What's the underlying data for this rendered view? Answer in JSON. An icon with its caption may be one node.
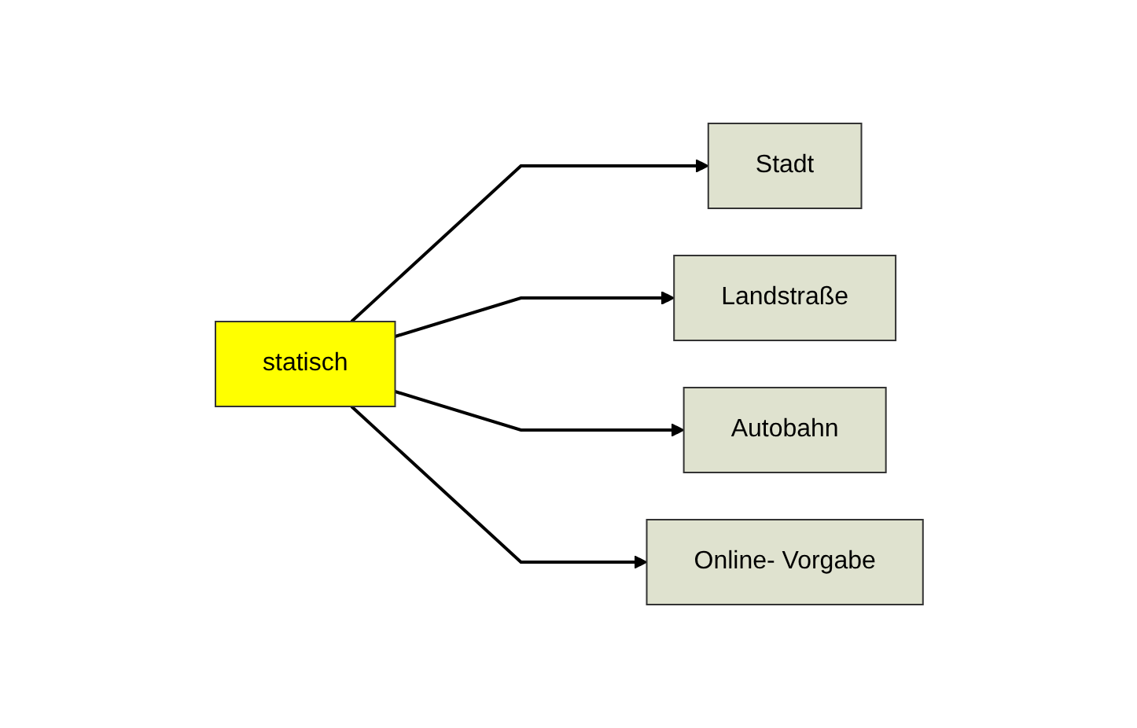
{
  "diagram": {
    "nodes": [
      {
        "text": [
          "statisch"
        ]
      },
      {
        "text": [
          "Stadt"
        ]
      },
      {
        "text": [
          "Landstraße"
        ]
      },
      {
        "text": [
          "Autobahn"
        ]
      },
      {
        "text": [
          "Online- Vorgabe"
        ]
      }
    ],
    "edges": [
      {
        "from": 0,
        "to": 1,
        "arrow": "to"
      },
      {
        "from": 0,
        "to": 2,
        "arrow": "to"
      },
      {
        "from": 0,
        "to": 3,
        "arrow": "to"
      },
      {
        "from": 0,
        "to": 4,
        "arrow": "to"
      }
    ]
  }
}
